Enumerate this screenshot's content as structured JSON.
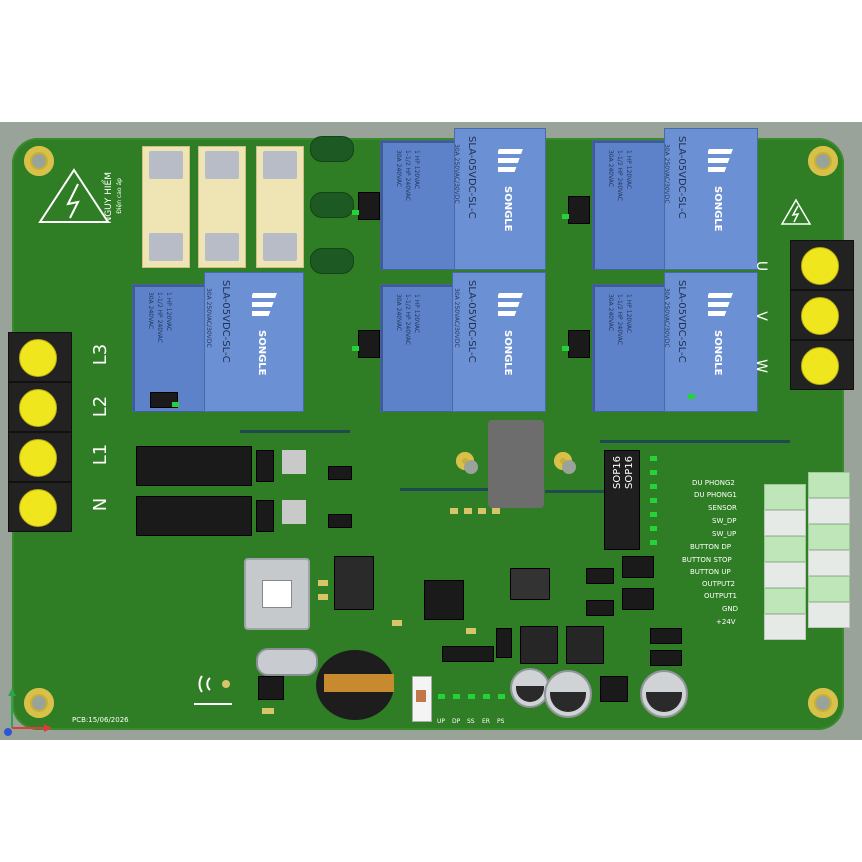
{
  "board": {
    "date_label": "PCB:15/06/2026",
    "warning_text_1": "NGUY HIỂM",
    "warning_text_2": "Điện cao áp"
  },
  "relays": [
    {
      "model": "SLA-05VDC-SL-C",
      "spec1": "30A 250VAC/30VDC",
      "spec2": "1 HP 120VAC\n1-1/2 HP 240VAC\n30A 240VAC",
      "brand": "SONGLE"
    },
    {
      "model": "SLA-05VDC-SL-C",
      "spec1": "30A 250VAC/30VDC",
      "spec2": "1 HP 120VAC\n1-1/2 HP 240VAC\n30A 240VAC",
      "brand": "SONGLE"
    },
    {
      "model": "SLA-05VDC-SL-C",
      "spec1": "30A 250VAC/30VDC",
      "spec2": "1 HP 120VAC\n1-1/2 HP 240VAC\n30A 240VAC",
      "brand": "SONGLE"
    },
    {
      "model": "SLA-05VDC-SL-C",
      "spec1": "30A 250VAC/30VDC",
      "spec2": "1 HP 120VAC\n1-1/2 HP 240VAC\n30A 240VAC",
      "brand": "SONGLE"
    },
    {
      "model": "SLA-05VDC-SL-C",
      "spec1": "30A 250VAC/30VDC",
      "spec2": "1 HP 120VAC\n1-1/2 HP 240VAC\n30A 240VAC",
      "brand": "SONGLE"
    }
  ],
  "left_terminals": [
    "L3",
    "L2",
    "L1",
    "N"
  ],
  "right_terminals": [
    "U",
    "V",
    "W"
  ],
  "chip_labels": [
    "SOP16",
    "SOP16"
  ],
  "io_labels": [
    "DU PHONG2",
    "DU PHONG1",
    "SENSOR",
    "SW_DP",
    "SW_UP",
    "BUTTON DP",
    "BUTTON STOP",
    "BUTTON UP",
    "OUTPUT2",
    "OUTPUT1",
    "GND",
    "+24V"
  ],
  "led_labels": [
    "UP",
    "DP",
    "SS",
    "ER",
    "PS"
  ],
  "colors": {
    "board": "#2f7d24",
    "relay": "#5d82c9",
    "terminal_screw": "#f0e61e",
    "led": "#27d13a"
  }
}
